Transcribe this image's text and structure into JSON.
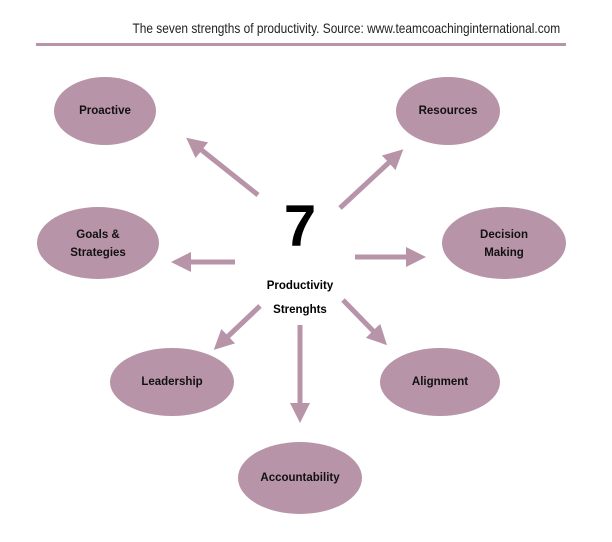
{
  "caption": "The seven strengths of productivity. Source: www.teamcoachinginternational.com",
  "accent_color": "#b794a8",
  "center": {
    "number": "7",
    "line1": "Productivity",
    "line2": "Strenghts"
  },
  "nodes": {
    "proactive": "Proactive",
    "resources": "Resources",
    "goals_line1": "Goals &",
    "goals_line2": "Strategies",
    "decision_line1": "Decision",
    "decision_line2": "Making",
    "leadership": "Leadership",
    "alignment": "Alignment",
    "accountability": "Accountability"
  }
}
